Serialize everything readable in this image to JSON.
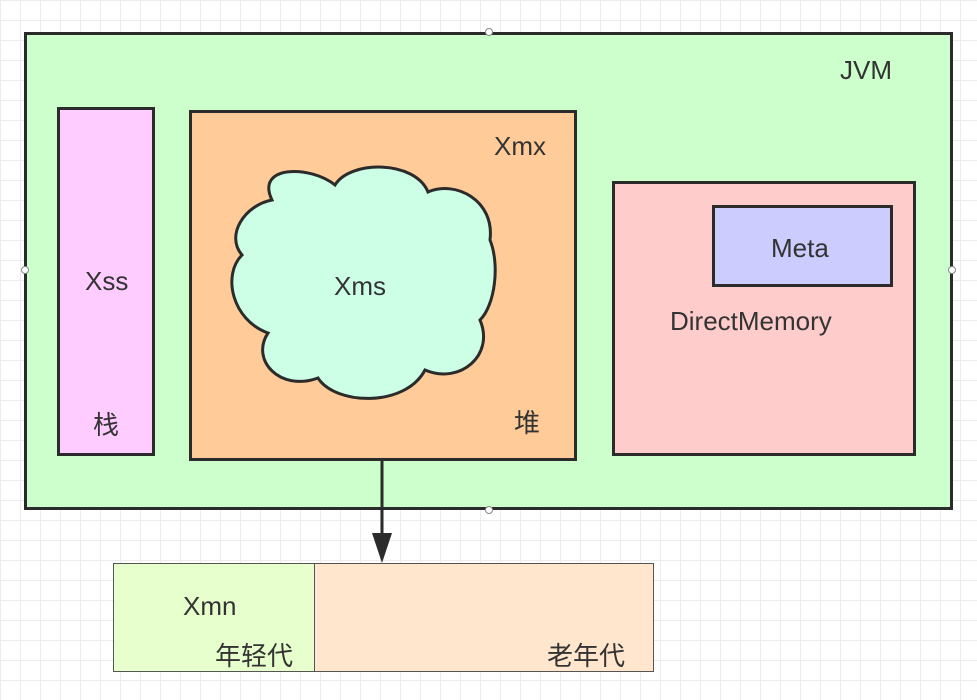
{
  "jvm": {
    "label": "JVM"
  },
  "stack": {
    "param": "Xss",
    "name": "栈"
  },
  "heap": {
    "max_label": "Xmx",
    "init_label": "Xms",
    "name": "堆"
  },
  "direct": {
    "label": "DirectMemory",
    "meta_label": "Meta"
  },
  "generations": {
    "young": {
      "param": "Xmn",
      "name": "年轻代"
    },
    "old": {
      "name": "老年代"
    }
  },
  "colors": {
    "jvm_fill": "#ccffcc",
    "stack_fill": "#ffccff",
    "heap_fill": "#ffcc99",
    "cloud_fill": "#ccffe6",
    "direct_fill": "#ffcccc",
    "meta_fill": "#ccccff",
    "young_fill": "#e6ffcc",
    "old_fill": "#ffe6cc",
    "stroke": "#2b2b2b"
  }
}
